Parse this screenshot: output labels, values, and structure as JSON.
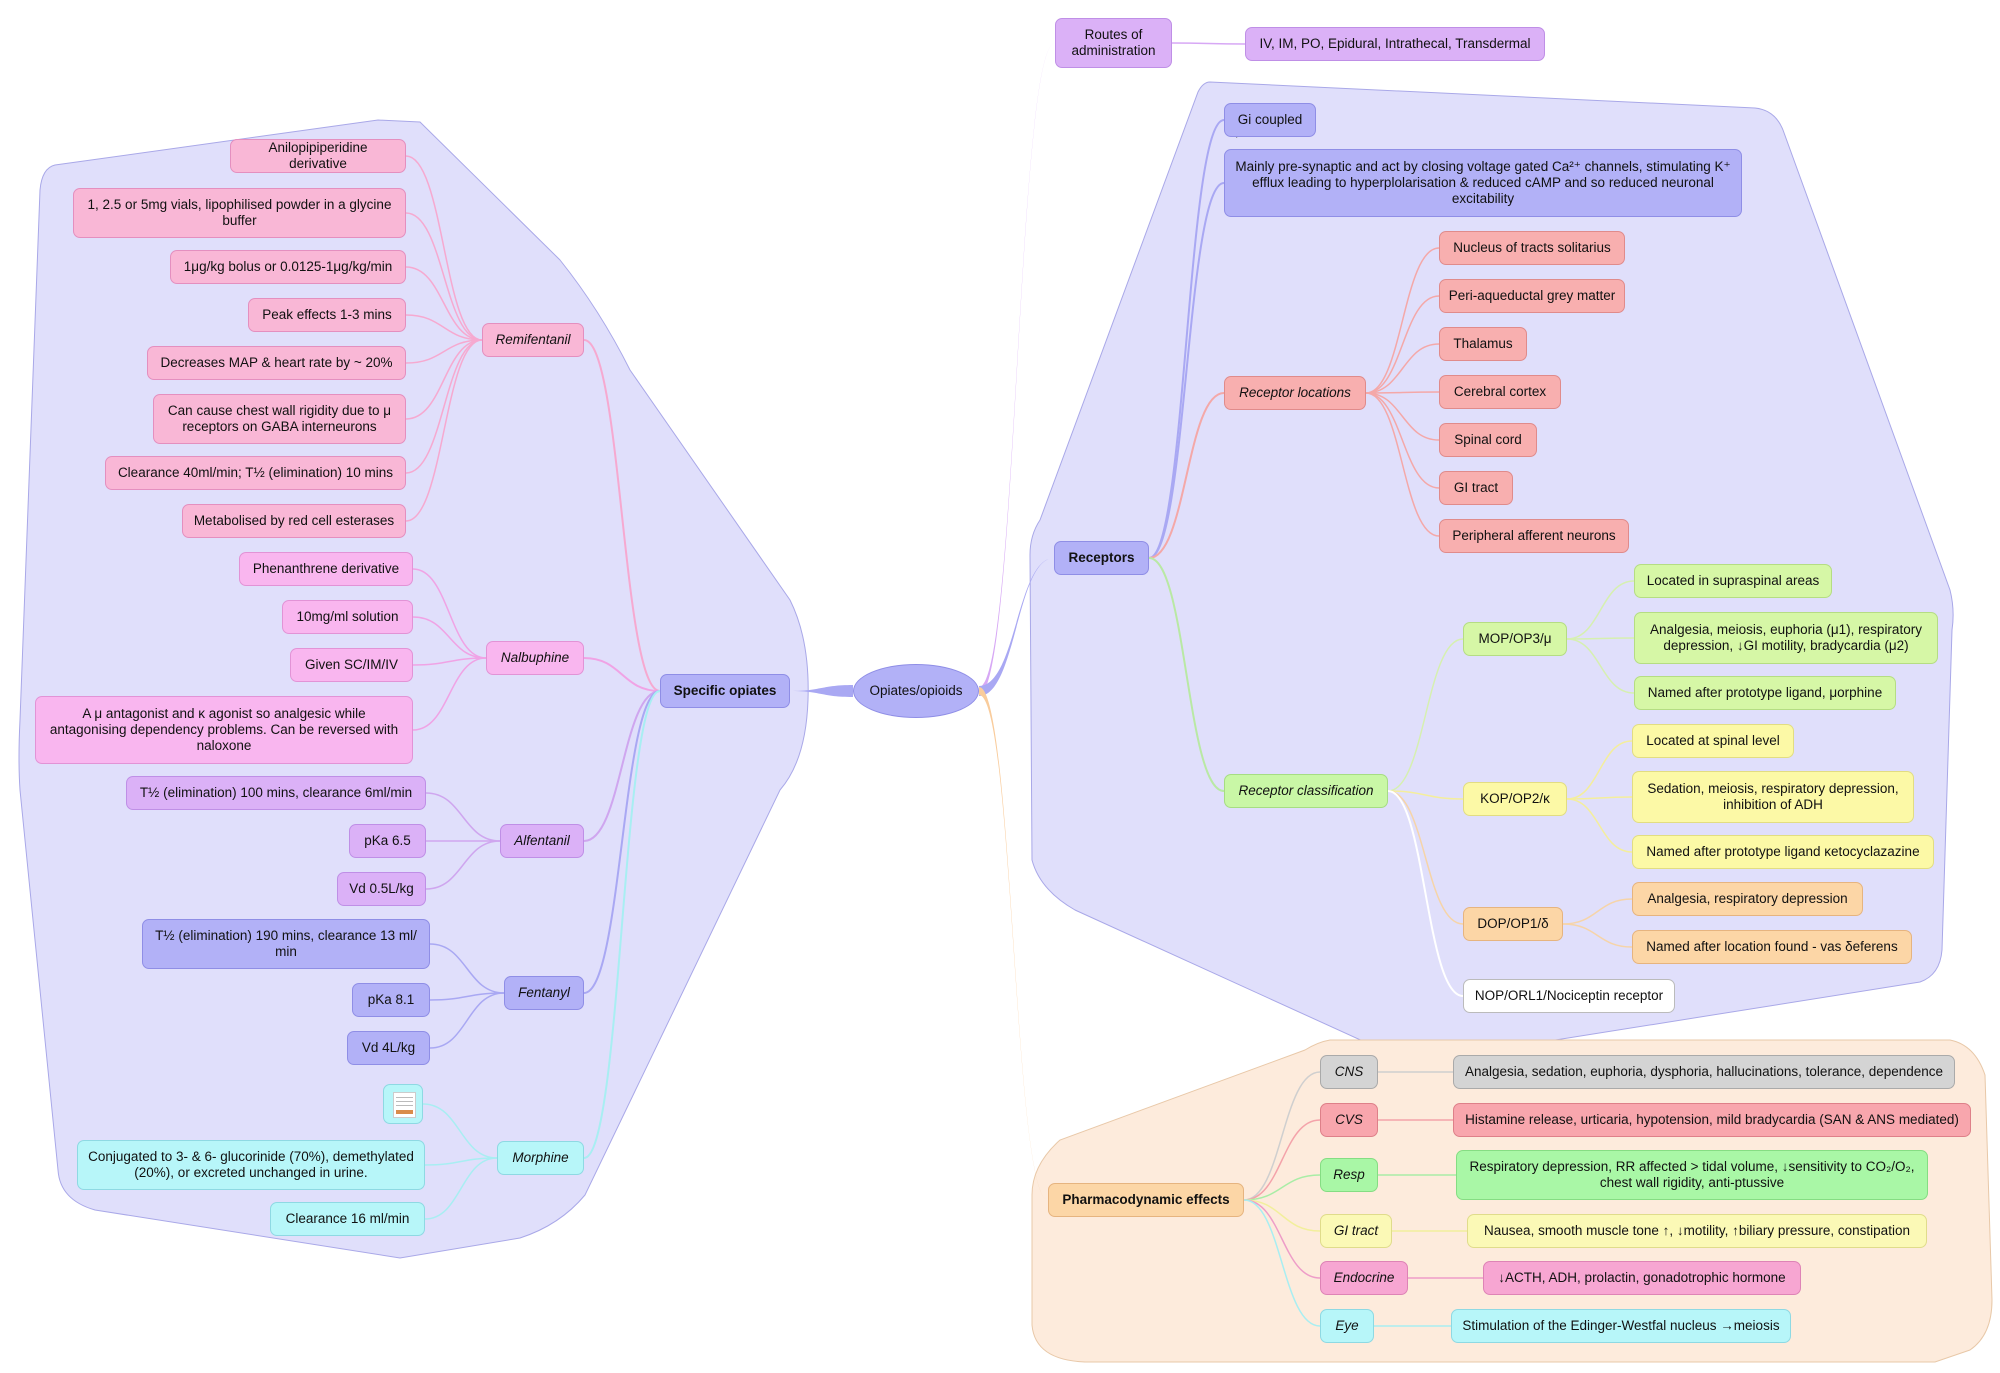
{
  "center": {
    "label": "Opiates/opioids"
  },
  "routes": {
    "label": "Routes of administration",
    "detail": "IV, IM, PO, Epidural, Intrathecal, Transdermal"
  },
  "receptors": {
    "label": "Receptors",
    "gi_coupled": "Gi coupled",
    "mechanism": "Mainly pre-synaptic and act by closing voltage gated Ca²⁺ channels, stimulating K⁺ efflux leading to hyperplolarisation & reduced cAMP and so reduced neuronal excitability",
    "locations": {
      "label": "Receptor locations",
      "items": [
        "Nucleus of tracts solitarius",
        "Peri-aqueductal grey matter",
        "Thalamus",
        "Cerebral cortex",
        "Spinal cord",
        "GI tract",
        "Peripheral afferent neurons"
      ]
    },
    "classification": {
      "label": "Receptor classification",
      "mop": {
        "label": "MOP/OP3/μ",
        "items": [
          "Located in supraspinal areas",
          "Analgesia, meiosis, euphoria (μ1), respiratory depression, ↓GI motility, bradycardia (μ2)",
          "Named after prototype ligand, μorphine"
        ]
      },
      "kop": {
        "label": "KOP/OP2/κ",
        "items": [
          "Located at spinal level",
          "Sedation, meiosis, respiratory depression, inhibition of ADH",
          "Named after prototype ligand κetocyclazazine"
        ]
      },
      "dop": {
        "label": "DOP/OP1/δ",
        "items": [
          "Analgesia, respiratory depression",
          "Named after location found - vas δeferens"
        ]
      },
      "nop": {
        "label": "NOP/ORL1/Nociceptin receptor"
      }
    }
  },
  "pharmacodynamic": {
    "label": "Pharmacodynamic effects",
    "effects": [
      {
        "system": "CNS",
        "text": "Analgesia, sedation, euphoria, dysphoria, hallucinations, tolerance, dependence"
      },
      {
        "system": "CVS",
        "text": "Histamine release, urticaria, hypotension, mild bradycardia (SAN & ANS mediated)"
      },
      {
        "system": "Resp",
        "text": "Respiratory depression, RR affected > tidal volume, ↓sensitivity to CO₂/O₂, chest wall rigidity, anti-ptussive"
      },
      {
        "system": "GI tract",
        "text": "Nausea, smooth muscle tone ↑, ↓motility, ↑biliary pressure, constipation"
      },
      {
        "system": "Endocrine",
        "text": "↓ACTH, ADH, prolactin, gonadotrophic hormone"
      },
      {
        "system": "Eye",
        "text": "Stimulation of the Edinger-Westfal nucleus →meiosis"
      }
    ]
  },
  "specific": {
    "label": "Specific opiates",
    "remifentanil": {
      "label": "Remifentanil",
      "items": [
        "Anilopipiperidine derivative",
        "1, 2.5 or 5mg vials, lipophilised powder in a glycine buffer",
        "1μg/kg bolus or 0.0125-1μg/kg/min",
        "Peak effects 1-3 mins",
        "Decreases MAP & heart rate by ~ 20%",
        "Can cause chest wall rigidity due to μ receptors on GABA interneurons",
        "Clearance 40ml/min; T½ (elimination) 10 mins",
        "Metabolised by red cell esterases"
      ]
    },
    "nalbuphine": {
      "label": "Nalbuphine",
      "items": [
        "Phenanthrene derivative",
        "10mg/ml solution",
        "Given SC/IM/IV",
        "A μ antagonist and κ agonist so analgesic while antagonising dependency problems. Can be reversed with naloxone"
      ]
    },
    "alfentanil": {
      "label": "Alfentanil",
      "items": [
        "T½ (elimination) 100 mins, clearance 6ml/min",
        "pKa 6.5",
        "Vd 0.5L/kg"
      ]
    },
    "fentanyl": {
      "label": "Fentanyl",
      "items": [
        "T½ (elimination) 190 mins, clearance 13 ml/ min",
        "pKa 8.1",
        "Vd 4L/kg"
      ]
    },
    "morphine": {
      "label": "Morphine",
      "items": [
        "Conjugated to 3- & 6- glucorinide (70%), demethylated (20%), or excreted unchanged in urine.",
        "Clearance 16 ml/min"
      ]
    }
  },
  "colors": {
    "boundary_blue": "#e0dffb",
    "boundary_orange": "#fdebdc",
    "link_purple": "#d7a8f5",
    "link_blue": "#a9a8f3",
    "link_orange": "#f9cc9c"
  }
}
